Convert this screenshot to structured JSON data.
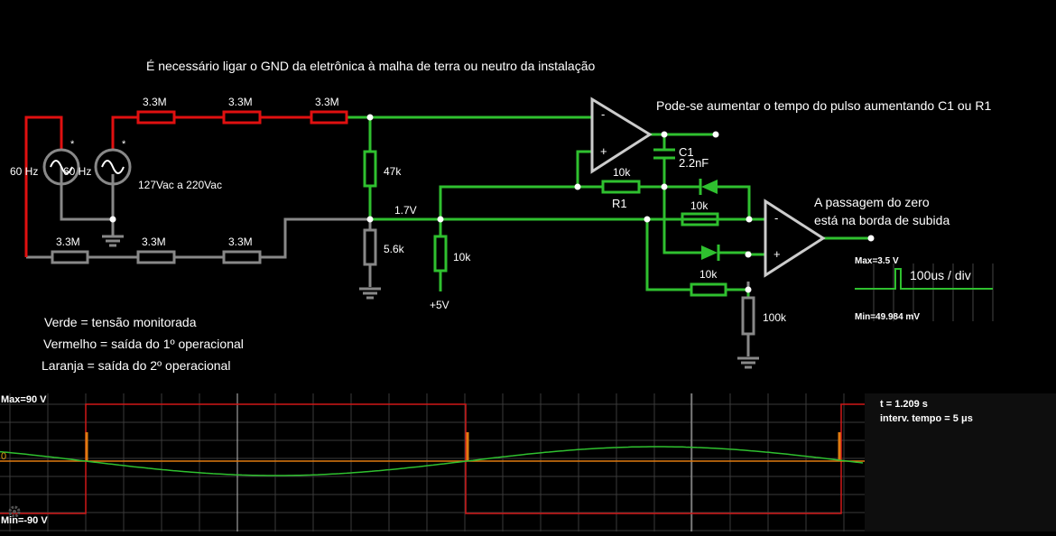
{
  "notes": {
    "top": "É necessário ligar o GND da eletrônica à malha de terra ou neutro da instalação",
    "pulse": "Pode-se aumentar o tempo do pulso aumentando C1 ou R1",
    "zero_line1": "A passagem do zero",
    "zero_line2": "está na borda de subida",
    "legend_green": "Verde = tensão monitorada",
    "legend_red": "Vermelho = saída do 1º operacional",
    "legend_orange": "Laranja = saída do 2º operacional"
  },
  "components": {
    "src1_freq": "60 Hz",
    "src2_freq": "60 Hz",
    "src_star": "*",
    "src_voltage": "127Vac a 220Vac",
    "r_top1": "3.3M",
    "r_top2": "3.3M",
    "r_top3": "3.3M",
    "r_bot1": "3.3M",
    "r_bot2": "3.3M",
    "r_bot3": "3.3M",
    "r_47k": "47k",
    "r_5k6": "5.6k",
    "node_voltage": "1.7V",
    "r_10k_pullup": "10k",
    "supply": "+5V",
    "r1_value": "10k",
    "r1_name": "R1",
    "c1_name": "C1",
    "c1_value": "2.2nF",
    "r_10k_a": "10k",
    "r_10k_b": "10k",
    "r_100k": "100k",
    "op1_minus": "-",
    "op1_plus": "+",
    "op2_minus": "-",
    "op2_plus": "+"
  },
  "mini_scope": {
    "max": "Max=3.5 V",
    "min": "Min=49.984 mV",
    "scale": "100us / div"
  },
  "scope": {
    "max": "Max=90 V",
    "min": "Min=-90 V",
    "zero": "0",
    "time": "t = 1.209 s",
    "interval": "interv. tempo = 5 μs"
  },
  "colors": {
    "green": "#2fc02f",
    "red": "#e01010",
    "orange": "#e07a10",
    "wire": "#888888"
  }
}
